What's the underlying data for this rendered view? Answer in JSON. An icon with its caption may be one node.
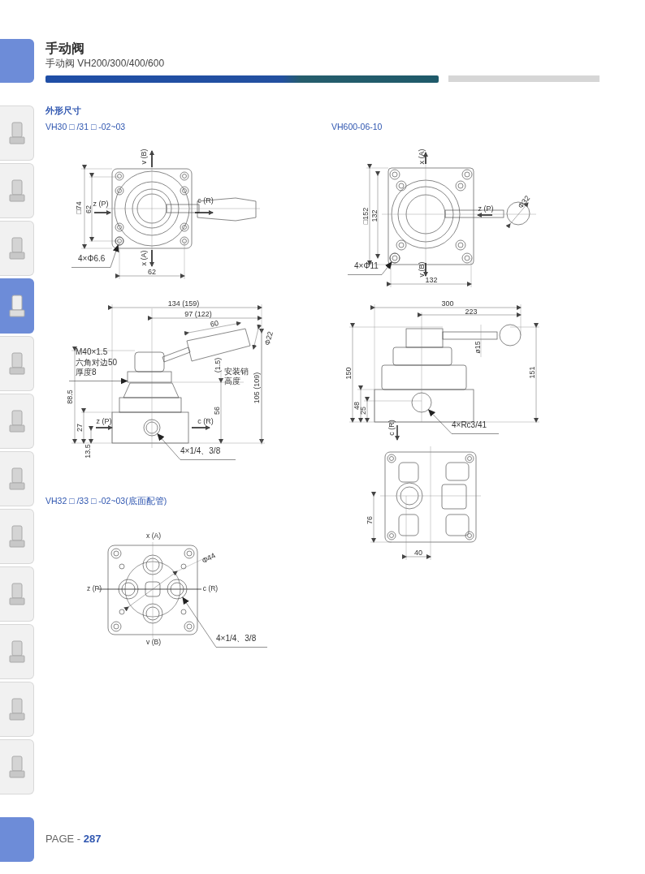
{
  "diagram": {
    "title": "手动阀",
    "nodes": [
      {
        "text": [
          "4×Φ6.6"
        ]
      },
      {
        "text": [
          "M40×1.5 六角对边50 厚度8"
        ]
      },
      {
        "text": [
          "4×1/4、3/8"
        ]
      },
      {
        "text": [
          "4×Φ11"
        ]
      },
      {
        "text": [
          "4×Rc3/41"
        ]
      },
      {
        "text": [
          "4×1/4、3/8"
        ]
      },
      {
        "text": [],
        "shape": "circle"
      },
      {
        "text": [],
        "shape": "box"
      },
      {
        "text": [],
        "shape": "circle"
      },
      {
        "text": [],
        "shape": "circle"
      },
      {
        "text": [],
        "shape": "circle"
      },
      {
        "text": [],
        "shape": "circle"
      }
    ],
    "edges": [
      {
        "from": 0,
        "to": 6,
        "arrow": "to"
      },
      {
        "from": 1,
        "to": 7,
        "arrow": "to"
      },
      {
        "from": 2,
        "to": 8,
        "arrow": "to"
      },
      {
        "from": 3,
        "to": 9,
        "arrow": "to"
      },
      {
        "from": 4,
        "to": 10,
        "arrow": "to"
      },
      {
        "from": 5,
        "to": 11,
        "arrow": "to"
      }
    ],
    "labels": [
      "手动阀 VH200/300/400/600",
      "外形尺寸",
      "VH30 □ /31 □ -02~03",
      "VH600-06-10",
      "v (B)",
      "□74",
      "62",
      "z (P)",
      "c (R)",
      "x (A)",
      "62",
      "134 (159)",
      "97 (122)",
      "60",
      "Φ22",
      "(1.5)",
      "安装销高度",
      "88.5",
      "105 (109)",
      "56",
      "27",
      "z (P)",
      "c (R)",
      "13.5",
      "x (A)",
      "□152",
      "132",
      "z (P)",
      "Φ32",
      "v (B)",
      "132",
      "300",
      "223",
      "ø15",
      "150",
      "151",
      "48",
      "25",
      "c (R)",
      "76",
      "40",
      "VH32 □ /33 □ -02~03(底面配管)",
      "x (A)",
      "Φ44",
      "z (P)",
      "c (R)",
      "v (B)",
      "PAGE - **287**"
    ]
  }
}
